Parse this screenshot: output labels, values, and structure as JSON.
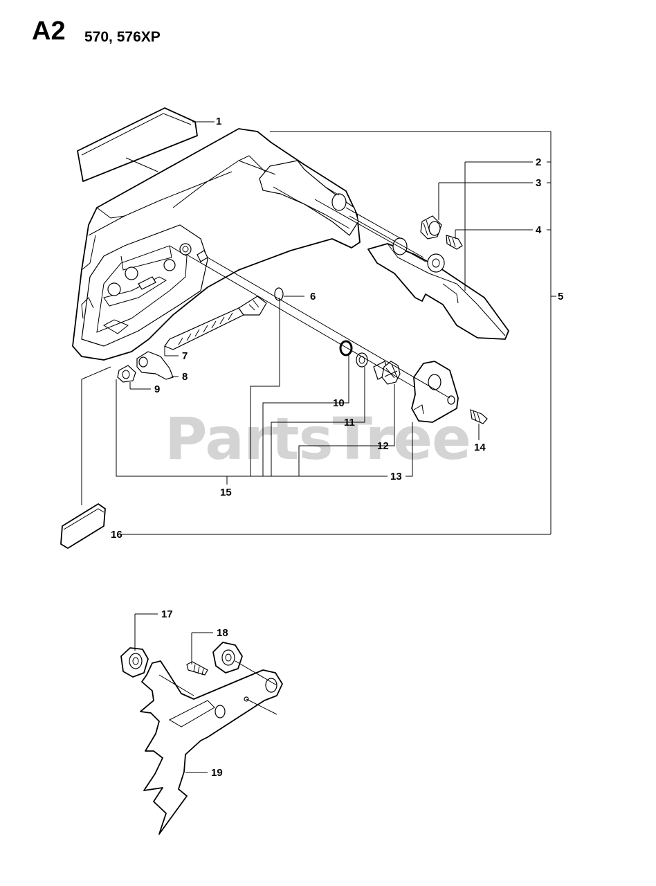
{
  "header": {
    "section": "A2",
    "models": "570, 576XP"
  },
  "watermark": "PartsTree",
  "callouts": {
    "c1": "1",
    "c2": "2",
    "c3": "3",
    "c4": "4",
    "c5": "5",
    "c6": "6",
    "c7": "7",
    "c8": "8",
    "c9": "9",
    "c10": "10",
    "c11": "11",
    "c12": "12",
    "c13": "13",
    "c14": "14",
    "c15": "15",
    "c16": "16",
    "c17": "17",
    "c18": "18",
    "c19": "19"
  }
}
